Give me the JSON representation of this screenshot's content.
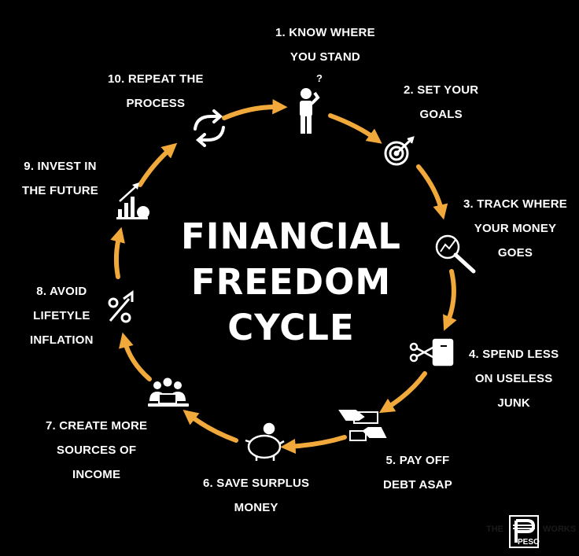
{
  "title": {
    "line1": "FINANCIAL",
    "line2": "FREEDOM",
    "line3": "CYCLE"
  },
  "steps": [
    {
      "label": "1. KNOW WHERE\nYOU STAND",
      "icon": "person-question-icon"
    },
    {
      "label": "2. SET YOUR\nGOALS",
      "icon": "target-icon"
    },
    {
      "label": "3. TRACK WHERE\nYOUR MONEY\nGOES",
      "icon": "magnifier-chart-icon"
    },
    {
      "label": "4. SPEND LESS\nON USELESS\nJUNK",
      "icon": "scissors-card-icon"
    },
    {
      "label": "5. PAY OFF\nDEBT ASAP",
      "icon": "money-handover-icon"
    },
    {
      "label": "6. SAVE SURPLUS\nMONEY",
      "icon": "piggy-bank-icon"
    },
    {
      "label": "7. CREATE MORE\nSOURCES OF\nINCOME",
      "icon": "team-laptop-icon"
    },
    {
      "label": "8. AVOID\nLIFETYLE\nINFLATION",
      "icon": "percent-arrow-icon"
    },
    {
      "label": "9. INVEST IN\nTHE FUTURE",
      "icon": "growth-chart-icon"
    },
    {
      "label": "10. REPEAT THE\nPROCESS",
      "icon": "repeat-icon"
    }
  ],
  "logo": {
    "left_text": "THE",
    "mark": "PESO",
    "right_text": "WORKS"
  },
  "colors": {
    "background": "#000000",
    "text": "#ffffff",
    "arrow": "#f2a93b"
  }
}
